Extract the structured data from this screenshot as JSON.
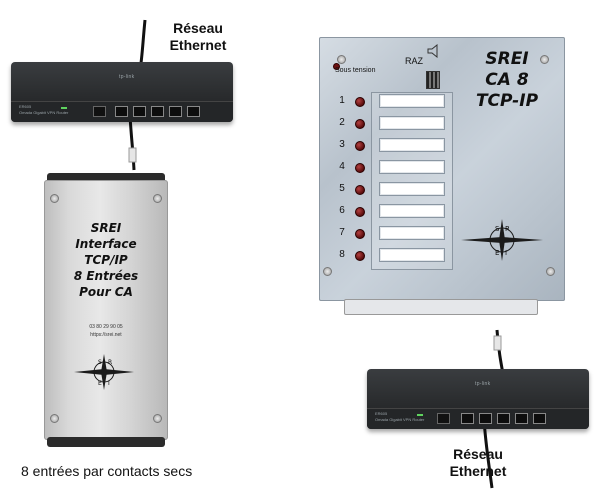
{
  "labels": {
    "network_top": [
      "Réseau",
      "Ethernet"
    ],
    "network_bottom": [
      "Réseau",
      "Ethernet"
    ],
    "caption": "8 entrées par contacts secs"
  },
  "interface_box": {
    "title_lines": [
      "SREI",
      "Interface",
      "TCP/IP",
      "8 Entrées",
      "Pour CA"
    ],
    "phone": "03 80 29 90 05",
    "url": "https://srei.net"
  },
  "panel": {
    "title_lines": [
      "SREI",
      "CA 8",
      "TCP-IP"
    ],
    "power_label": "Sous tension",
    "reset_label": "RAZ",
    "channels": [
      "1",
      "2",
      "3",
      "4",
      "5",
      "6",
      "7",
      "8"
    ]
  },
  "router": {
    "brand": "tp-link",
    "model": "ER605",
    "subtitle": "Omada Gigabit VPN Router"
  },
  "logo": {
    "letters": [
      "S",
      "R",
      "E",
      "I"
    ]
  },
  "colors": {
    "led_red": "#7a1010",
    "router_body": "#2c2e30",
    "cable": "#111111"
  }
}
